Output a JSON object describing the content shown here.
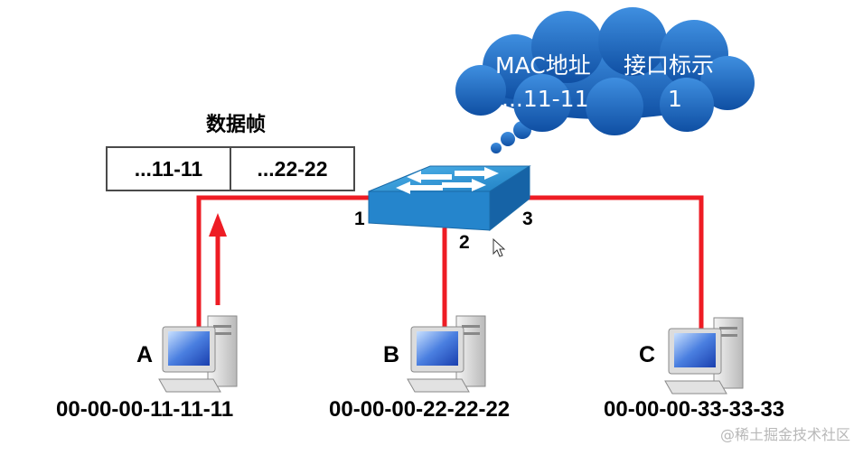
{
  "frame": {
    "title": "数据帧",
    "dst_mac": "...11-11",
    "src_mac": "...22-22"
  },
  "mac_table": {
    "col_mac_header": "MAC地址",
    "col_port_header": "接口标示",
    "rows": [
      {
        "mac": "...11-11",
        "port": "1"
      }
    ]
  },
  "switch": {
    "ports": [
      "1",
      "2",
      "3"
    ]
  },
  "hosts": [
    {
      "label": "A",
      "mac": "00-00-00-11-11-11"
    },
    {
      "label": "B",
      "mac": "00-00-00-22-22-22"
    },
    {
      "label": "C",
      "mac": "00-00-00-33-33-33"
    }
  ],
  "watermark": "@稀土掘金技术社区",
  "colors": {
    "link": "#ee1c24",
    "cloud": "#1d63b8",
    "switch": "#2d8fd0"
  }
}
